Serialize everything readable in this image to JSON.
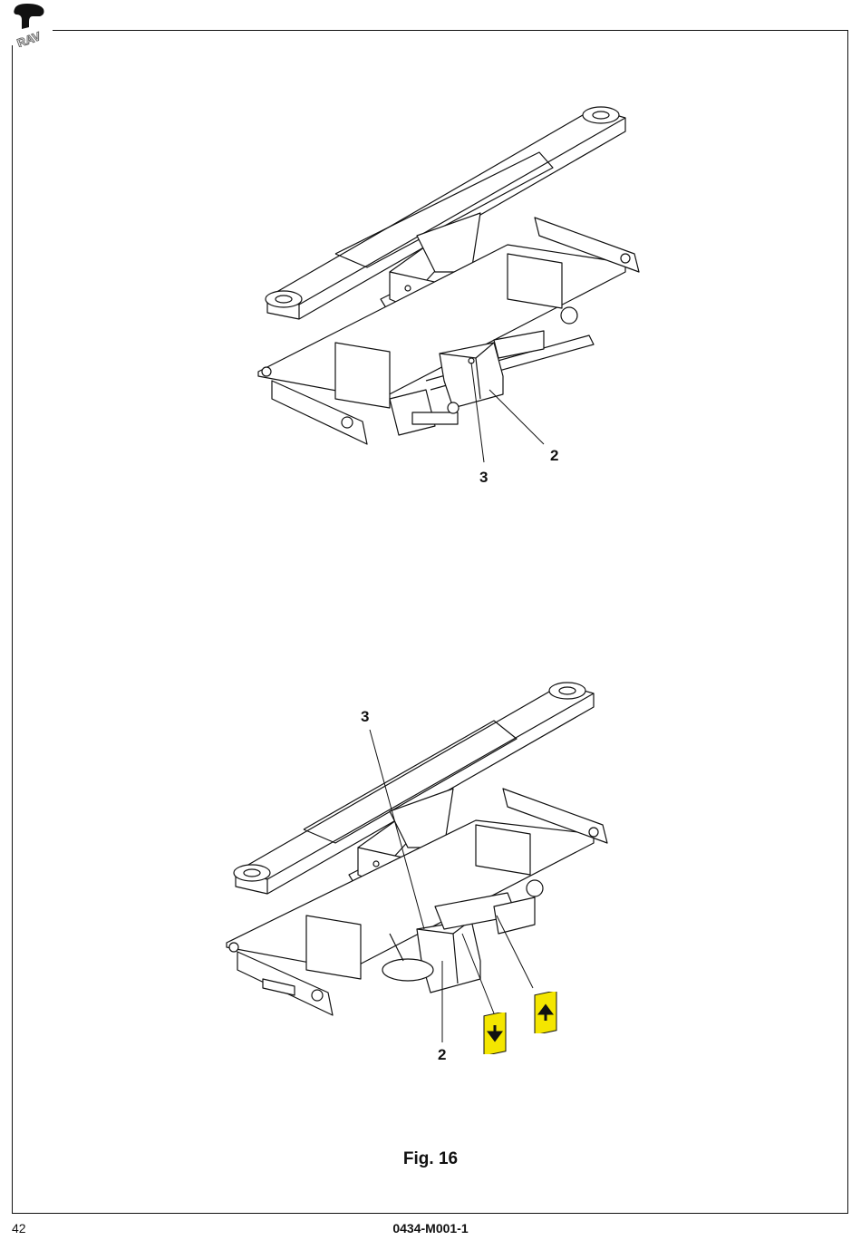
{
  "figure": {
    "top_callouts": {
      "housing": "2",
      "screw": "3"
    },
    "bottom_callouts": {
      "housing": "2",
      "screw": "3"
    },
    "direction_labels": {
      "down": "down-arrow-icon",
      "up": "up-arrow-icon"
    },
    "caption": "Fig. 16"
  },
  "footer": {
    "page_number": "42",
    "document_code": "0434-M001-1"
  },
  "colors": {
    "line": "#111111",
    "label_yellow": "#f4e600"
  }
}
